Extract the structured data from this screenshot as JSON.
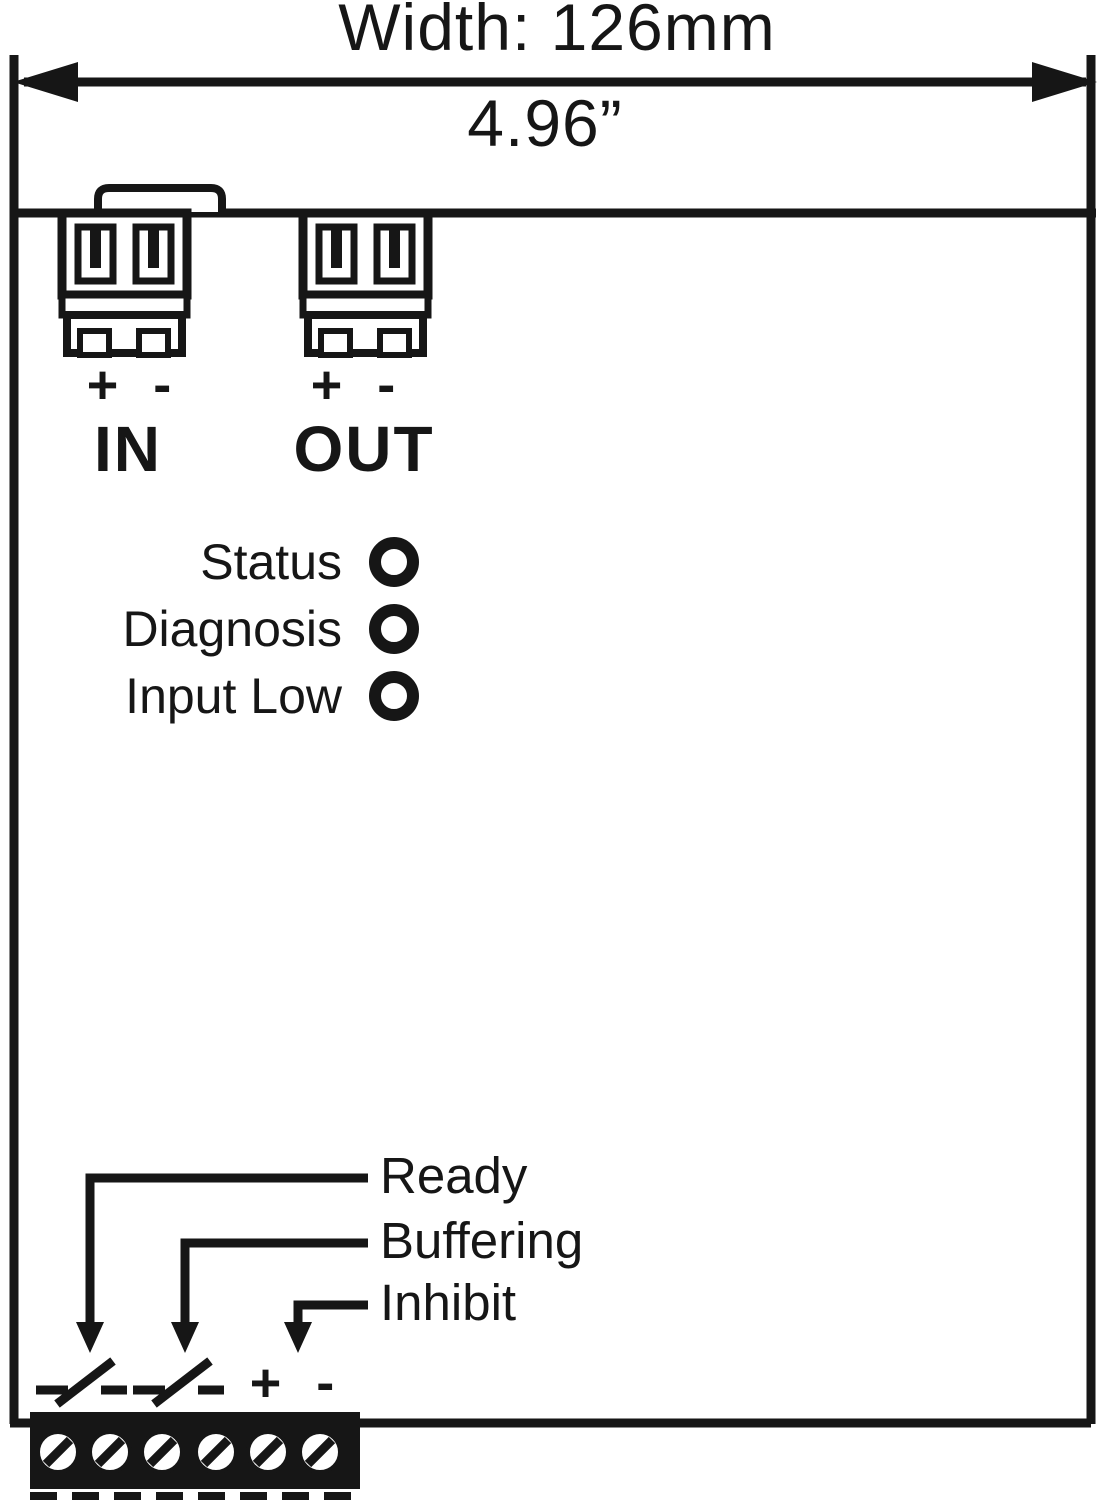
{
  "colors": {
    "ink": "#161616",
    "bg": "#ffffff"
  },
  "dimension": {
    "metric": "Width: 126mm",
    "imperial": "4.96”"
  },
  "terminals": {
    "input": {
      "polarity": "+ -",
      "label": "IN"
    },
    "output": {
      "polarity": "+ -",
      "label": "OUT"
    }
  },
  "leds": [
    {
      "label": "Status"
    },
    {
      "label": "Diagnosis"
    },
    {
      "label": "Input Low"
    }
  ],
  "signals": [
    {
      "label": "Ready"
    },
    {
      "label": "Buffering"
    },
    {
      "label": "Inhibit"
    }
  ],
  "bottom": {
    "polarity": "+ -"
  }
}
